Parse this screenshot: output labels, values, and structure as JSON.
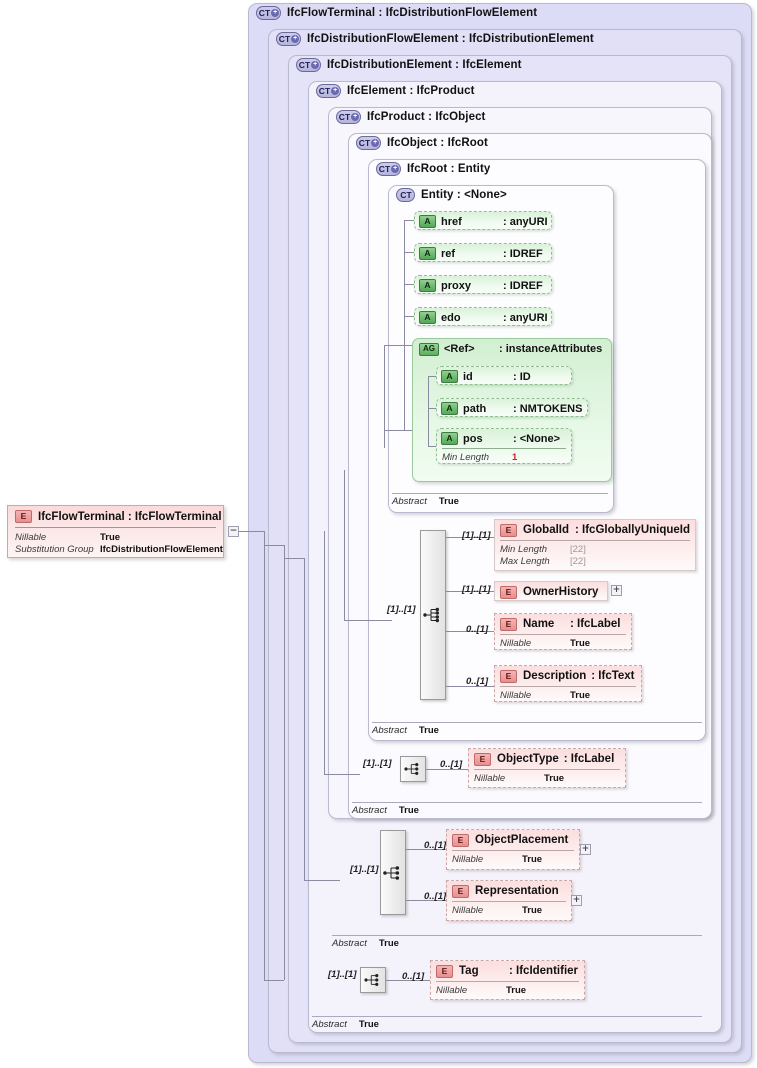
{
  "diagram": {
    "kind": "xsd-schema-tree",
    "root_element": {
      "badge": "E",
      "name": "IfcFlowTerminal",
      "type": "IfcFlowTerminal",
      "title": "IfcFlowTerminal : IfcFlowTerminal",
      "facets": [
        {
          "key": "Nillable",
          "value": "True"
        },
        {
          "key": "Substitution Group",
          "value": "IfcDistributionFlowElement"
        }
      ],
      "collapse_button": "−"
    },
    "containers": [
      {
        "badge": "CT",
        "expandable": true,
        "name": "IfcFlowTerminal",
        "type": "IfcDistributionFlowElement",
        "title": "IfcFlowTerminal : IfcDistributionFlowElement"
      },
      {
        "badge": "CT",
        "expandable": true,
        "name": "IfcDistributionFlowElement",
        "type": "IfcDistributionElement",
        "title": "IfcDistributionFlowElement : IfcDistributionElement"
      },
      {
        "badge": "CT",
        "expandable": true,
        "name": "IfcDistributionElement",
        "type": "IfcElement",
        "title": "IfcDistributionElement : IfcElement"
      },
      {
        "badge": "CT",
        "expandable": true,
        "name": "IfcElement",
        "type": "IfcProduct",
        "title": "IfcElement : IfcProduct"
      },
      {
        "badge": "CT",
        "expandable": true,
        "name": "IfcProduct",
        "type": "IfcObject",
        "title": "IfcProduct : IfcObject"
      },
      {
        "badge": "CT",
        "expandable": true,
        "name": "IfcObject",
        "type": "IfcRoot",
        "title": "IfcObject : IfcRoot"
      },
      {
        "badge": "CT",
        "expandable": true,
        "name": "IfcRoot",
        "type": "Entity",
        "title": "IfcRoot   : Entity"
      },
      {
        "badge": "CT",
        "expandable": false,
        "name": "Entity",
        "type": "<None>",
        "title": "Entity    : <None>"
      }
    ],
    "attributes": [
      {
        "badge": "A",
        "name": "href",
        "type": ": anyURI"
      },
      {
        "badge": "A",
        "name": "ref",
        "type": ": IDREF"
      },
      {
        "badge": "A",
        "name": "proxy",
        "type": ": IDREF"
      },
      {
        "badge": "A",
        "name": "edo",
        "type": ": anyURI"
      }
    ],
    "attribute_group": {
      "badge": "AG",
      "name": "<Ref>",
      "type": ": instanceAttributes",
      "members": [
        {
          "badge": "A",
          "name": "id",
          "type": ": ID",
          "facets": []
        },
        {
          "badge": "A",
          "name": "path",
          "type": ": NMTOKENS",
          "facets": []
        },
        {
          "badge": "A",
          "name": "pos",
          "type": ": <None>",
          "facets": [
            {
              "key": "Min Length",
              "value": "1",
              "style": "red"
            }
          ]
        }
      ]
    },
    "elements": [
      {
        "badge": "E",
        "name": "GlobalId",
        "type": ": IfcGloballyUniqueId",
        "occurrence": "[1]..[1]",
        "border": "solid",
        "expand": null,
        "facets": [
          {
            "key": "Min Length",
            "value": "[22]",
            "style": "grey"
          },
          {
            "key": "Max Length",
            "value": "[22]",
            "style": "grey"
          }
        ]
      },
      {
        "badge": "E",
        "name": "OwnerHistory",
        "type": "",
        "occurrence": "[1]..[1]",
        "border": "solid",
        "expand": "+",
        "facets": []
      },
      {
        "badge": "E",
        "name": "Name",
        "type": ": IfcLabel",
        "occurrence": "0..[1]",
        "border": "dashed",
        "expand": null,
        "facets": [
          {
            "key": "Nillable",
            "value": "True"
          }
        ]
      },
      {
        "badge": "E",
        "name": "Description",
        "type": ": IfcText",
        "occurrence": "0..[1]",
        "border": "dashed",
        "expand": null,
        "facets": [
          {
            "key": "Nillable",
            "value": "True"
          }
        ]
      },
      {
        "badge": "E",
        "name": "ObjectType",
        "type": ": IfcLabel",
        "occurrence": "0..[1]",
        "border": "dashed",
        "expand": null,
        "facets": [
          {
            "key": "Nillable",
            "value": "True"
          }
        ]
      },
      {
        "badge": "E",
        "name": "ObjectPlacement",
        "type": "",
        "occurrence": "0..[1]",
        "border": "dashed",
        "expand": "+",
        "facets": [
          {
            "key": "Nillable",
            "value": "True"
          }
        ]
      },
      {
        "badge": "E",
        "name": "Representation",
        "type": "",
        "occurrence": "0..[1]",
        "border": "dashed",
        "expand": "+",
        "facets": [
          {
            "key": "Nillable",
            "value": "True"
          }
        ]
      },
      {
        "badge": "E",
        "name": "Tag",
        "type": ": IfcIdentifier",
        "occurrence": "0..[1]",
        "border": "dashed",
        "expand": null,
        "facets": [
          {
            "key": "Nillable",
            "value": "True"
          }
        ]
      }
    ],
    "compositors": [
      {
        "name": "sequence-ifcroot",
        "occurrence": "[1]..[1]",
        "children": 4
      },
      {
        "name": "sequence-ifcobject",
        "occurrence": "[1]..[1]",
        "children": 1
      },
      {
        "name": "sequence-ifcproduct",
        "occurrence": "[1]..[1]",
        "children": 2
      },
      {
        "name": "sequence-ifcelement",
        "occurrence": "[1]..[1]",
        "children": 1
      }
    ],
    "abstract_footers": [
      {
        "key": "Abstract",
        "value": "True",
        "owner": "Entity"
      },
      {
        "key": "Abstract",
        "value": "True",
        "owner": "IfcRoot"
      },
      {
        "key": "Abstract",
        "value": "True",
        "owner": "IfcObject"
      },
      {
        "key": "Abstract",
        "value": "True",
        "owner": "IfcProduct"
      },
      {
        "key": "Abstract",
        "value": "True",
        "owner": "IfcElement"
      }
    ],
    "colors": {
      "container_fill": "#dddcf6",
      "attribute_fill": "#d9f2d9",
      "element_fill": "#fcdede",
      "connector": "#8a8aa0",
      "facet_red": "#d02020",
      "facet_grey": "#9a9a9a"
    }
  }
}
